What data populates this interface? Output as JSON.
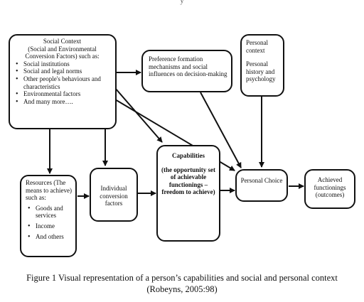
{
  "top_fragment": "y",
  "boxes": {
    "social_context": {
      "title": "Social Context",
      "subtitle": "(Social and Environmental Conversion Factors) such as:",
      "items": [
        "Social institutions",
        "Social and legal norms",
        "Other people's behaviours and characteristics",
        "Environmental factors",
        "And many more…."
      ]
    },
    "preference": {
      "text": "Preference formation mechanisms and social influences on decision-making"
    },
    "personal_context": {
      "line1": "Personal context",
      "line2": "Personal history and psychology"
    },
    "resources": {
      "text": "Resources (The means to achieve) such as:",
      "items": [
        "Goods and services",
        "Income",
        "And others"
      ]
    },
    "individual_conversion": {
      "text": "Individual conversion factors"
    },
    "capabilities": {
      "title": "Capabilities",
      "text": "(the opportunity set of achievable functionings – freedom to achieve)"
    },
    "personal_choice": {
      "text": "Personal Choice"
    },
    "achieved": {
      "text": "Achieved functionings (outcomes)"
    }
  },
  "caption": {
    "line1": "Figure 1  Visual representation of a person’s capabilities and social and personal context",
    "line2": "(Robeyns, 2005:98)"
  }
}
